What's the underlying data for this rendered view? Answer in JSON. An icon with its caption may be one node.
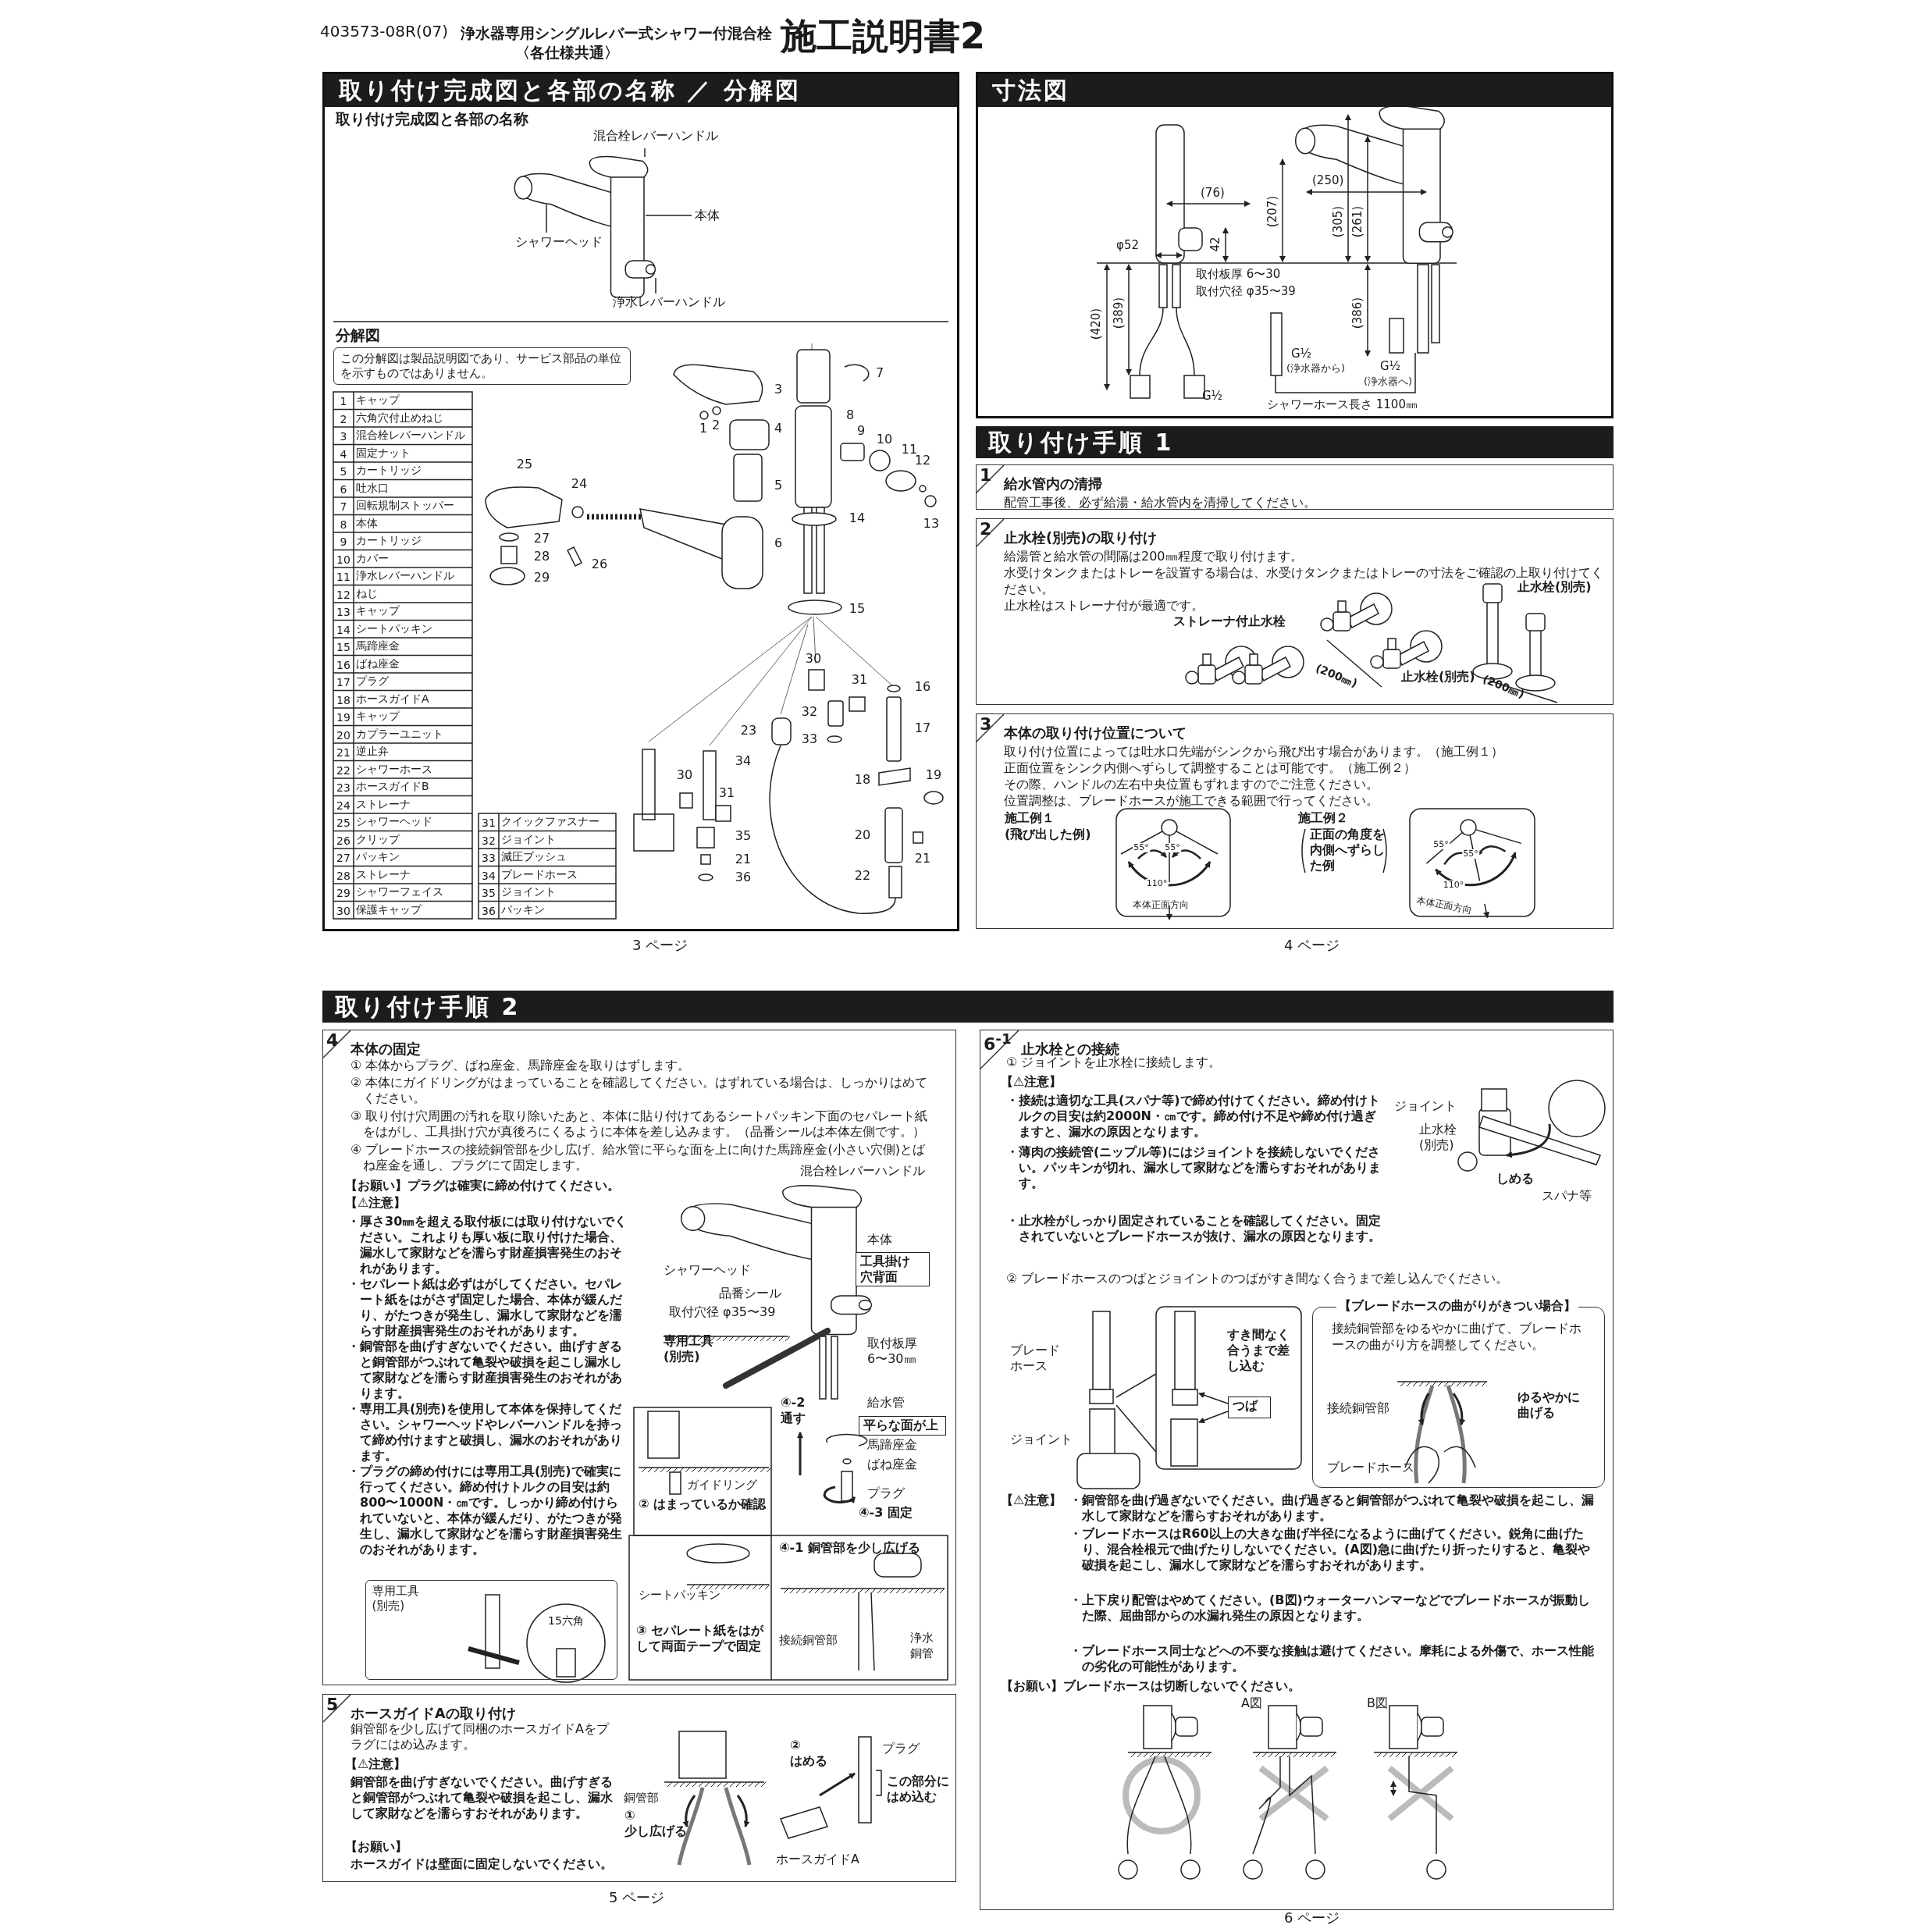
{
  "diagram": {
    "nodes": [
      {
        "text": [
          "取り付け完成図と各部の名称 ／ 分解図"
        ]
      },
      {
        "text": [
          "この分解図は製品説明図であり、サービス部品の単位を示すものではありません。"
        ]
      },
      {
        "text": [
          "寸法図"
        ]
      },
      {
        "text": [
          "取り付け手順 1"
        ]
      },
      {
        "text": [
          "1",
          "給水管内の清掃",
          "配管工事後、必ず給湯・給水管内を清掃してください。"
        ]
      },
      {
        "text": [
          "2",
          "止水栓(別売)の取り付け",
          "給湯管と給水管の間隔は200㎜程度で取り付けます。",
          "水受けタンクまたはトレーを設置する場合は、水受けタンクまたはトレーの寸法をご確認の上取り付けてください。",
          "止水栓はストレーナ付が最適です。"
        ]
      },
      {
        "text": [
          "3",
          "本体の取り付け位置について",
          "取り付け位置によっては吐水口先端がシンクから飛び出す場合があります。（施工例１）",
          "正面位置をシンク内側へずらして調整することは可能です。（施工例２）",
          "その際、ハンドルの左右中央位置もずれますのでご注意ください。",
          "位置調整は、ブレードホースが施工できる範囲で行ってください。"
        ]
      },
      {
        "text": [
          "取り付け手順 2"
        ]
      },
      {
        "text": [
          "4",
          "本体の固定"
        ]
      },
      {
        "text": [
          "専用工具 (別売)"
        ],
        "in": 8
      },
      {
        "text": [
          "工具掛け穴背面"
        ],
        "in": 8
      },
      {
        "text": [
          "平らな面が上"
        ],
        "in": 8
      },
      {
        "text": [
          "5",
          "ホースガイドAの取り付け"
        ]
      },
      {
        "text": [
          "6$^{-1}$",
          "止水栓との接続"
        ]
      },
      {
        "text": [
          "つば"
        ],
        "in": 13
      },
      {
        "text": [
          "【ブレードホースの曲がりがきつい場合】",
          "接続銅管部をゆるやかに曲げて、ブレードホースの曲がり方を調整してください。"
        ],
        "in": 13
      }
    ],
    "labels": [
      "403573-08R(07)",
      "浄水器専用シングルレバー式シャワー付混合栓",
      "〈各仕様共通〉",
      "施工説明書2",
      "取り付け完成図と各部の名称",
      "混合栓レバーハンドル",
      "本体",
      "シャワーヘッド",
      "浄水レバーハンドル",
      "分解図",
      "1",
      "キャップ",
      "2",
      "六角穴付止めねじ",
      "3",
      "混合栓レバーハンドル",
      "4",
      "固定ナット",
      "5",
      "カートリッジ",
      "6",
      "吐水口",
      "7",
      "回転規制ストッパー",
      "8",
      "本体",
      "9",
      "カートリッジ",
      "10",
      "カバー",
      "11",
      "浄水レバーハンドル",
      "12",
      "ねじ",
      "13",
      "キャップ",
      "14",
      "シートパッキン",
      "15",
      "馬蹄座金",
      "16",
      "ばね座金",
      "17",
      "プラグ",
      "18",
      "ホースガイドA",
      "19",
      "キャップ",
      "20",
      "カプラーユニット",
      "21",
      "逆止弁",
      "22",
      "シャワーホース",
      "23",
      "ホースガイドB",
      "24",
      "ストレーナ",
      "25",
      "シャワーヘッド",
      "31",
      "クイックファスナー",
      "26",
      "クリップ",
      "32",
      "ジョイント",
      "27",
      "パッキン",
      "33",
      "減圧ブッシュ",
      "28",
      "ストレーナ",
      "34",
      "ブレードホース",
      "29",
      "シャワーフェイス",
      "35",
      "ジョイント",
      "30",
      "保護キャップ",
      "36",
      "パッキン",
      "7",
      "3",
      "8",
      "1",
      "2",
      "4",
      "9",
      "10",
      "11",
      "12",
      "25",
      "24",
      "5",
      "14",
      "13",
      "27",
      "6",
      "28",
      "26",
      "29",
      "15",
      "30",
      "31",
      "16",
      "32",
      "23",
      "17",
      "33",
      "34",
      "30",
      "18",
      "19",
      "31",
      "35",
      "20",
      "21",
      "21",
      "36",
      "22",
      "(76)",
      "φ52",
      "42",
      "(207)",
      "(250)",
      "(305)",
      "(261)",
      "取付板厚 6〜30",
      "取付穴径 φ35〜39",
      "(420)",
      "(389)",
      "(386)",
      "G½",
      "(浄水器から)",
      "G½",
      "(浄水器へ)",
      "G½",
      "シャワーホース長さ 1100㎜",
      "3 ページ",
      "4 ページ",
      "止水栓(別売)",
      "ストレーナ付止水栓",
      "(200㎜)",
      "止水栓(別売)",
      "(200㎜)",
      "施工例１",
      "(飛び出した例)",
      "施工例２",
      "正面の角度を内側へずらした例",
      "55°",
      "55°",
      "110°",
      "本体正面方向",
      "55°",
      "55°",
      "110°",
      "本体正面方向",
      "① 本体からプラグ、ばね座金、馬蹄座金を取りはずします。",
      "② 本体にガイドリングがはまっていることを確認してください。はずれている場合は、しっかりはめてください。",
      "③ 取り付け穴周囲の汚れを取り除いたあと、本体に貼り付けてあるシートパッキン下面のセパレート紙をはがし、工具掛け穴が真後ろにくるように本体を差し込みます。（品番シールは本体左側です。）",
      "④ ブレードホースの接続銅管部を少し広げ、給水管に平らな面を上に向けた馬蹄座金(小さい穴側)とばね座金を通し、プラグにて固定します。",
      "【お願い】プラグは確実に締め付けてください。",
      "【⚠注意】",
      "・厚さ30㎜を超える取付板には取り付けないでください。これよりも厚い板に取り付けた場合、漏水して家財などを濡らす財産損害発生のおそれがあります。",
      "・セパレート紙は必ずはがしてください。セパレート紙をはがさず固定した場合、本体が緩んだり、がたつきが発生し、漏水して家財などを濡らす財産損害発生のおそれがあります。",
      "・銅管部を曲げすぎないでください。曲げすぎると銅管部がつぶれて亀裂や破損を起こし漏水して家財などを濡らす財産損害発生のおそれがあります。",
      "・専用工具(別売)を使用して本体を保持してください。シャワーヘッドやレバーハンドルを持って締め付けますと破損し、漏水のおそれがあります。",
      "・プラグの締め付けには専用工具(別売)で確実に行ってください。締め付けトルクの目安は約800〜1000N・㎝です。しっかり締め付けられていないと、本体が緩んだり、がたつきが発生し、漏水して家財などを濡らす財産損害発生のおそれがあります。",
      "15六角",
      "混合栓レバーハンドル",
      "本体",
      "シャワーヘッド",
      "品番シール",
      "取付穴径 φ35〜39",
      "専用工具(別売)",
      "取付板厚 6〜30㎜",
      "④-2 通す",
      "給水管",
      "馬蹄座金",
      "ばね座金",
      "プラグ",
      "④-3 固定",
      "② はまっているか確認",
      "ガイドリング",
      "シートパッキン",
      "③ セパレート紙をはがして両面テープで固定",
      "④-1 銅管部を少し広げる",
      "接続銅管部",
      "浄水銅管",
      "銅管部を少し広げて同梱のホースガイドAをプラグにはめ込みます。",
      "【⚠注意】",
      "銅管部を曲げすぎないでください。曲げすぎると銅管部がつぶれて亀裂や破損を起こし、漏水して家財などを濡らすおそれがあります。",
      "【お願い】",
      "ホースガイドは壁面に固定しないでください。",
      "銅管部",
      "① 少し広げる",
      "② はめる",
      "プラグ",
      "この部分にはめ込む",
      "ホースガイドA",
      "5 ページ",
      "① ジョイントを止水栓に接続します。",
      "【⚠注意】",
      "・接続は適切な工具(スパナ等)で締め付けてください。締め付けトルクの目安は約2000N・㎝です。締め付け不足や締め付け過ぎますと、漏水の原因となります。",
      "・薄肉の接続管(ニップル等)にはジョイントを接続しないでください。パッキンが切れ、漏水して家財などを濡らすおそれがあります。",
      "・止水栓がしっかり固定されていることを確認してください。固定されていないとブレードホースが抜け、漏水の原因となります。",
      "ジョイント",
      "止水栓 (別売)",
      "しめる",
      "スパナ等",
      "② ブレードホースのつばとジョイントのつばがすき間なく合うまで差し込んでください。",
      "ブレードホース",
      "ジョイント",
      "すき間なく合うまで差し込む",
      "ゆるやかに曲げる",
      "接続銅管部",
      "ブレードホース",
      "【⚠注意】",
      "・銅管部を曲げ過ぎないでください。曲げ過ぎると銅管部がつぶれて亀裂や破損を起こし、漏水して家財などを濡らすおそれがあります。",
      "・ブレードホースはR60以上の大きな曲げ半径になるように曲げてください。鋭角に曲げたり、混合栓根元で曲げたりしないでください。(A図)急に曲げたり折ったりすると、亀裂や破損を起こし、漏水して家財などを濡らすおそれがあります。",
      "・上下戻り配管はやめてください。(B図)ウォーターハンマーなどでブレードホースが振動した際、屈曲部からの水漏れ発生の原因となります。",
      "・ブレードホース同士などへの不要な接触は避けてください。摩耗による外傷で、ホース性能の劣化の可能性があります。",
      "【お願い】ブレードホースは切断しないでください。",
      "A図",
      "B図",
      "6 ページ"
    ]
  }
}
